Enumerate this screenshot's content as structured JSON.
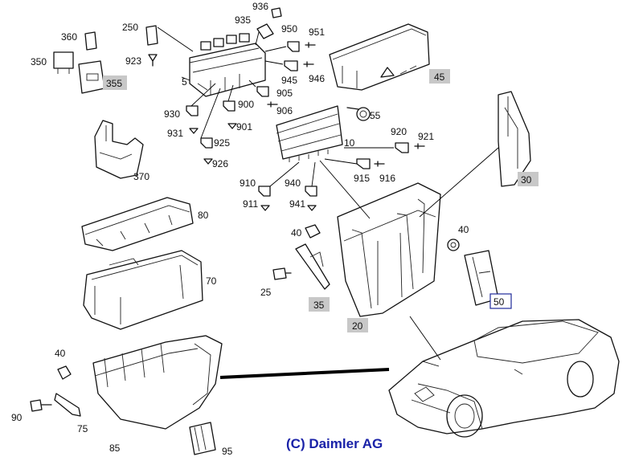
{
  "copyright": "(C) Daimler AG",
  "labels": {
    "p936": "936",
    "p935": "935",
    "p950": "950",
    "p951": "951",
    "p250": "250",
    "p360": "360",
    "p350": "350",
    "p355": "355",
    "p923": "923",
    "p5": "5",
    "p45": "45",
    "p945": "945",
    "p946": "946",
    "p905": "905",
    "p906": "906",
    "p930": "930",
    "p900": "900",
    "p931": "931",
    "p901": "901",
    "p925": "925",
    "p926": "926",
    "p55": "55",
    "p920": "920",
    "p921": "921",
    "p10": "10",
    "p915": "915",
    "p916": "916",
    "p370": "370",
    "p910": "910",
    "p940": "940",
    "p911": "911",
    "p941": "941",
    "p30": "30",
    "p80": "80",
    "p40a": "40",
    "p40b": "40",
    "p70": "70",
    "p25": "25",
    "p35": "35",
    "p50": "50",
    "p20": "20",
    "p40c": "40",
    "p90": "90",
    "p75": "75",
    "p85": "85",
    "p95": "95"
  },
  "colors": {
    "highlight": "#c8c8c8",
    "selected_border": "#1f2a9a",
    "copyright": "#1a22a8"
  }
}
